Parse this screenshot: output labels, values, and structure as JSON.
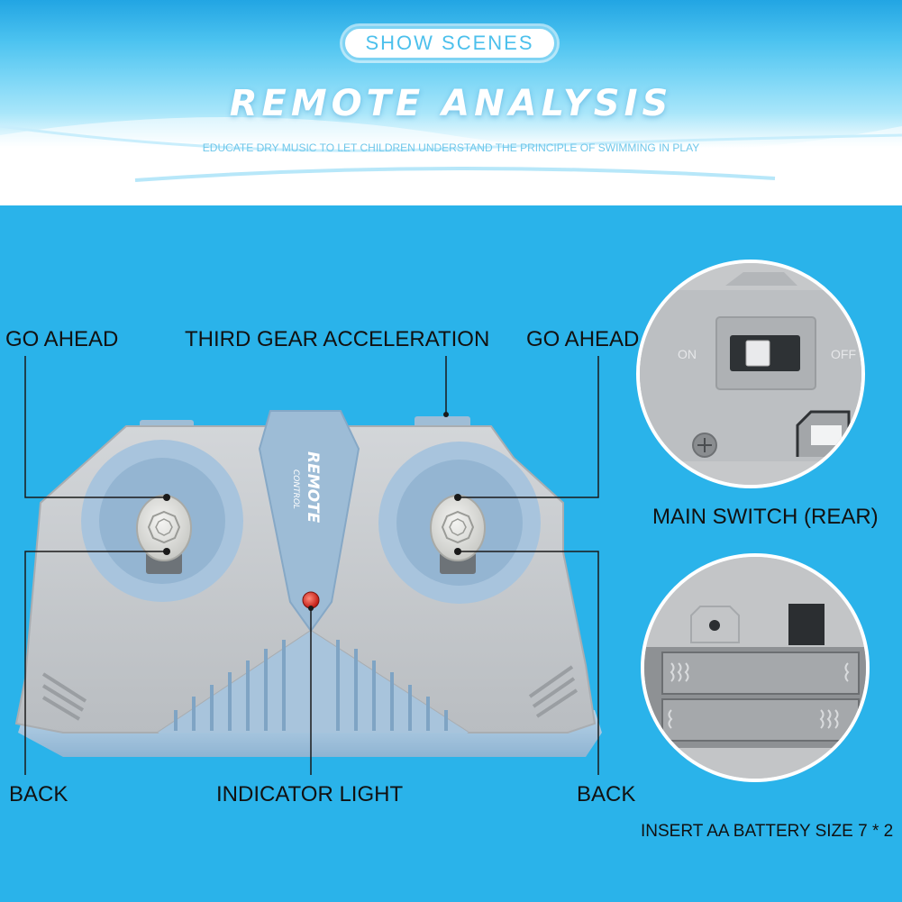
{
  "header": {
    "tag": "SHOW SCENES",
    "title": "REMOTE ANALYSIS",
    "subtitle": "EDUCATE DRY MUSIC TO LET CHILDREN UNDERSTAND THE PRINCIPLE OF SWIMMING IN PLAY"
  },
  "remote": {
    "brand_main": "REMOTE",
    "brand_sub": "CONTROL"
  },
  "labels": {
    "left_go_ahead": "GO AHEAD",
    "third_gear": "THIRD GEAR ACCELERATION",
    "right_go_ahead": "GO AHEAD",
    "left_back": "BACK",
    "indicator": "INDICATOR LIGHT",
    "right_back": "BACK"
  },
  "switch_detail": {
    "on_label": "ON",
    "off_label": "OFF",
    "caption": "MAIN SWITCH (REAR)"
  },
  "battery_detail": {
    "caption": "INSERT AA BATTERY SIZE 7 * 2"
  },
  "colors": {
    "background": "#2ab3ea",
    "remote_gray": "#c7cacd",
    "remote_blue": "#9fc0da",
    "indicator_red": "#e0241b"
  }
}
